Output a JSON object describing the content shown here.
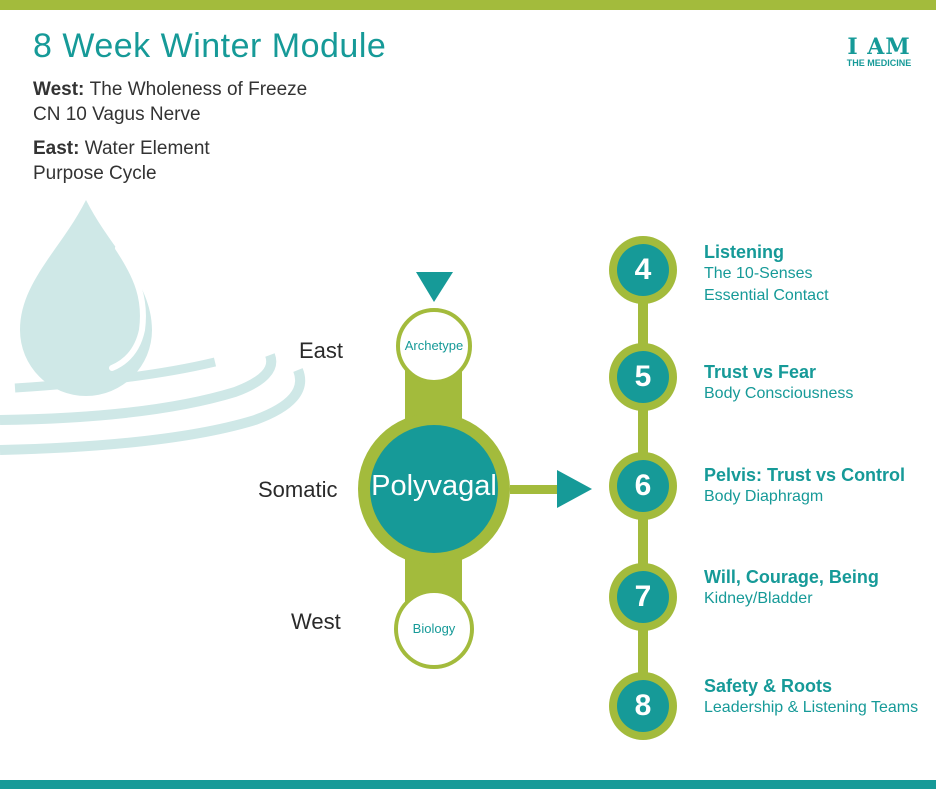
{
  "header": {
    "title": "8 Week Winter Module",
    "logo_main": "I AM",
    "logo_sub": "THE MEDICINE"
  },
  "info": {
    "west_label": "West:",
    "west_text": "The Wholeness of Freeze",
    "west_line2": "CN 10 Vagus Nerve",
    "east_label": "East:",
    "east_text": "Water Element",
    "east_line2": "Purpose Cycle"
  },
  "diagram": {
    "side_labels": {
      "east": "East",
      "somatic": "Somatic",
      "west": "West"
    },
    "top_circle": "Archetype",
    "center_circle": "Polyvagal",
    "bottom_circle": "Biology"
  },
  "steps": [
    {
      "num": "4",
      "title": "Listening",
      "lines": [
        "The 10-Senses",
        "Essential Contact"
      ]
    },
    {
      "num": "5",
      "title": "Trust vs Fear",
      "lines": [
        "Body Consciousness"
      ]
    },
    {
      "num": "6",
      "title": "Pelvis: Trust vs Control",
      "lines": [
        "Body Diaphragm"
      ]
    },
    {
      "num": "7",
      "title": "Will, Courage, Being",
      "lines": [
        "Kidney/Bladder"
      ]
    },
    {
      "num": "8",
      "title": "Safety & Roots",
      "lines": [
        "Leadership & Listening Teams"
      ]
    }
  ],
  "colors": {
    "teal": "#169a98",
    "olive": "#a3bb3c",
    "light_teal": "#cfe8e7"
  }
}
